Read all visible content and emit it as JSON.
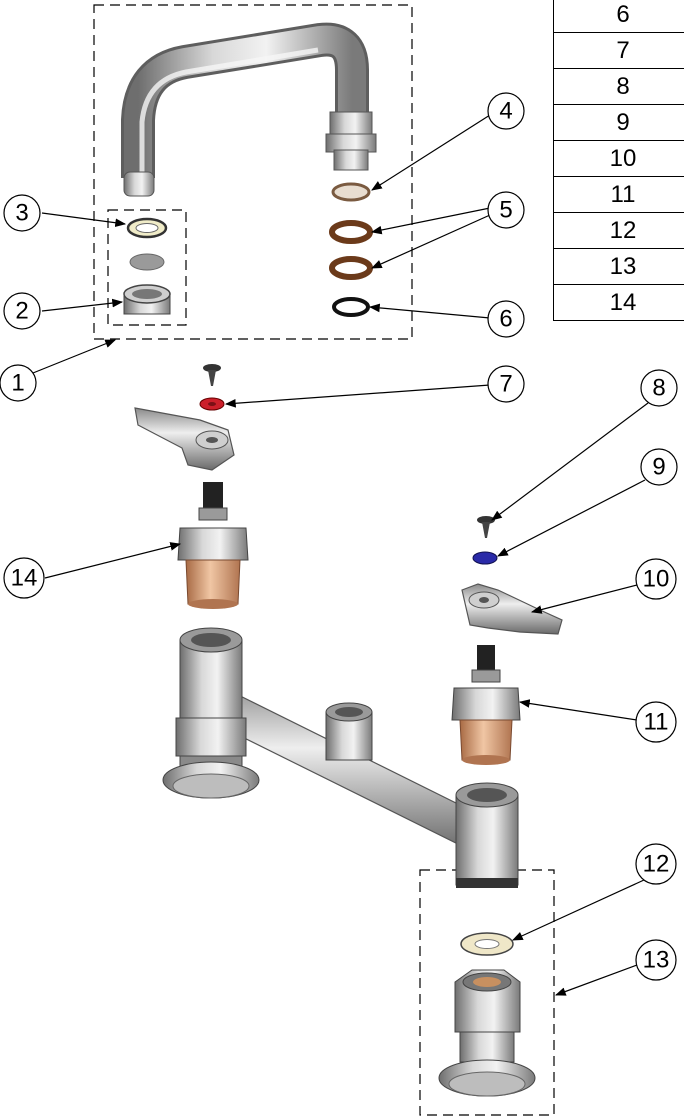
{
  "table": {
    "rows": [
      "6",
      "7",
      "8",
      "9",
      "10",
      "11",
      "12",
      "13",
      "14"
    ]
  },
  "callouts": {
    "c1": "1",
    "c2": "2",
    "c3": "3",
    "c4": "4",
    "c5": "5",
    "c6": "6",
    "c7": "7",
    "c8": "8",
    "c9": "9",
    "c10": "10",
    "c11": "11",
    "c12": "12",
    "c13": "13",
    "c14": "14"
  },
  "colors": {
    "metal": "#9a9a9a",
    "metal_dark": "#5a5a5a",
    "cartridge_brass": "#c8906a",
    "washer_cream": "#efe7c8",
    "seal_brown": "#6b3a1a",
    "red_index": "#cc1f2a",
    "blue_index": "#2a2aa8"
  }
}
